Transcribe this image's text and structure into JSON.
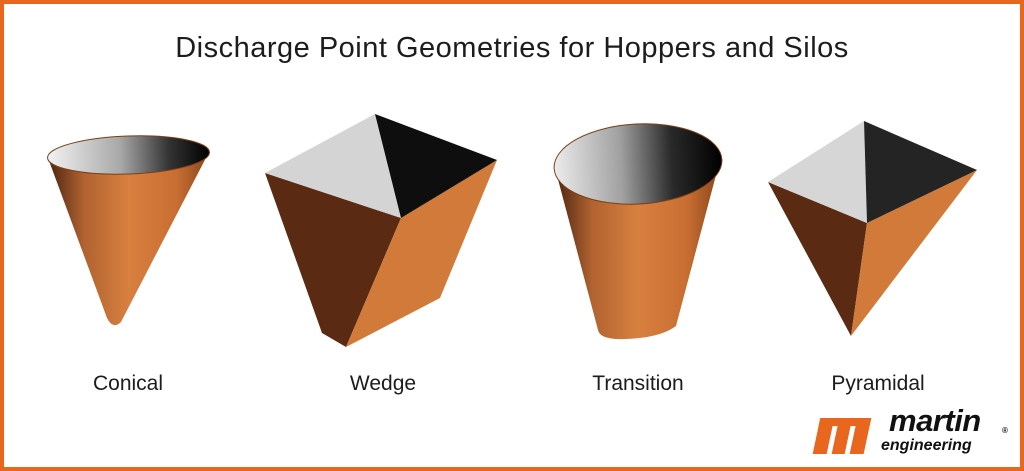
{
  "title": "Discharge Point Geometries for Hoppers and Silos",
  "shapes": [
    {
      "label": "Conical"
    },
    {
      "label": "Wedge"
    },
    {
      "label": "Transition"
    },
    {
      "label": "Pyramidal"
    }
  ],
  "logo": {
    "word_1": "martin",
    "word_2": "engineering",
    "registered": "®"
  },
  "colors": {
    "border": "#e8661e",
    "orange_light": "#d07838",
    "orange_dark": "#4a2410",
    "rim_light": "#d0d0d0",
    "rim_dark": "#111111",
    "logo_mark": "#e8661e"
  }
}
